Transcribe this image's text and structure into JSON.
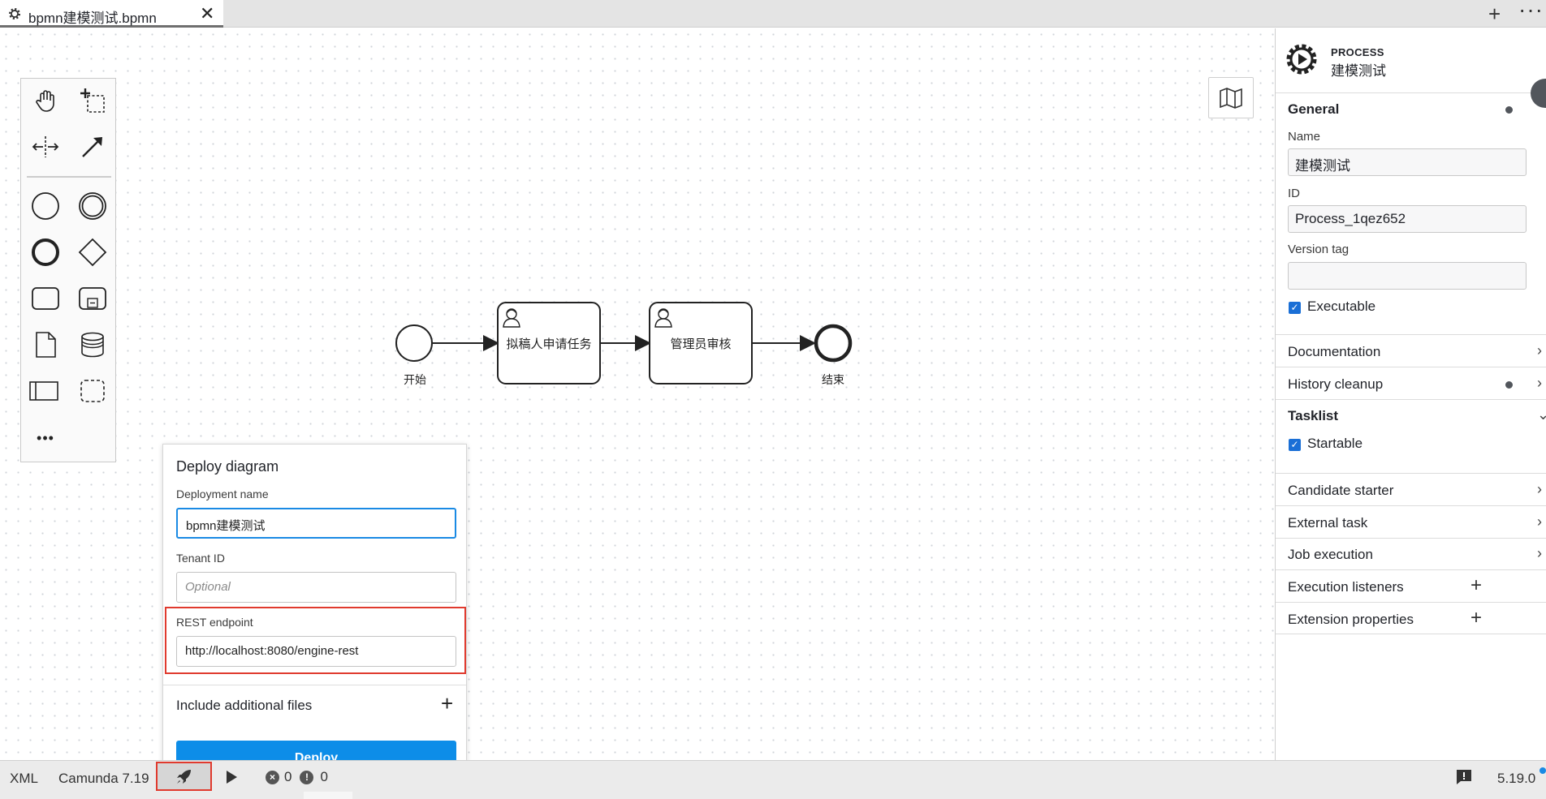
{
  "tab": {
    "title": "bpmn建模测试.bpmn",
    "close": "✕"
  },
  "tabbar": {
    "new_tab": "+",
    "more": "···"
  },
  "diagram": {
    "start_event": "开始",
    "task1": "拟稿人申请任务",
    "task2": "管理员审核",
    "end_event": "结束"
  },
  "palette": {
    "tools": [
      "hand-tool",
      "lasso-tool",
      "space-tool",
      "connect-tool",
      "start-event",
      "intermediate-event",
      "end-event",
      "gateway",
      "task",
      "subprocess",
      "data-object",
      "data-store",
      "pool",
      "group",
      "more-tools"
    ],
    "more": "•••"
  },
  "deploy": {
    "title": "Deploy diagram",
    "deployment_name_label": "Deployment name",
    "deployment_name_value": "bpmn建模测试",
    "tenant_label": "Tenant ID",
    "tenant_placeholder": "Optional",
    "rest_label": "REST endpoint",
    "rest_value": "http://localhost:8080/engine-rest",
    "additional_files": "Include additional files",
    "additional_plus": "+",
    "deploy_button": "Deploy"
  },
  "properties": {
    "element_type": "PROCESS",
    "element_name": "建模测试",
    "general": "General",
    "name_label": "Name",
    "name_value": "建模测试",
    "id_label": "ID",
    "id_value": "Process_1qez652",
    "version_tag_label": "Version tag",
    "version_tag_value": "",
    "executable": "Executable",
    "documentation": "Documentation",
    "history_cleanup": "History cleanup",
    "tasklist": "Tasklist",
    "startable": "Startable",
    "candidate_starter": "Candidate starter",
    "external_task": "External task",
    "job_execution": "Job execution",
    "execution_listeners": "Execution listeners",
    "extension_properties": "Extension properties",
    "add": "+"
  },
  "statusbar": {
    "xml": "XML",
    "engine": "Camunda 7.19",
    "errors": "0",
    "warnings": "0",
    "version": "5.19.0"
  },
  "colors": {
    "accent": "#0d8de8",
    "highlight_frame": "#e03a2e",
    "checkbox": "#1a6fd6"
  }
}
